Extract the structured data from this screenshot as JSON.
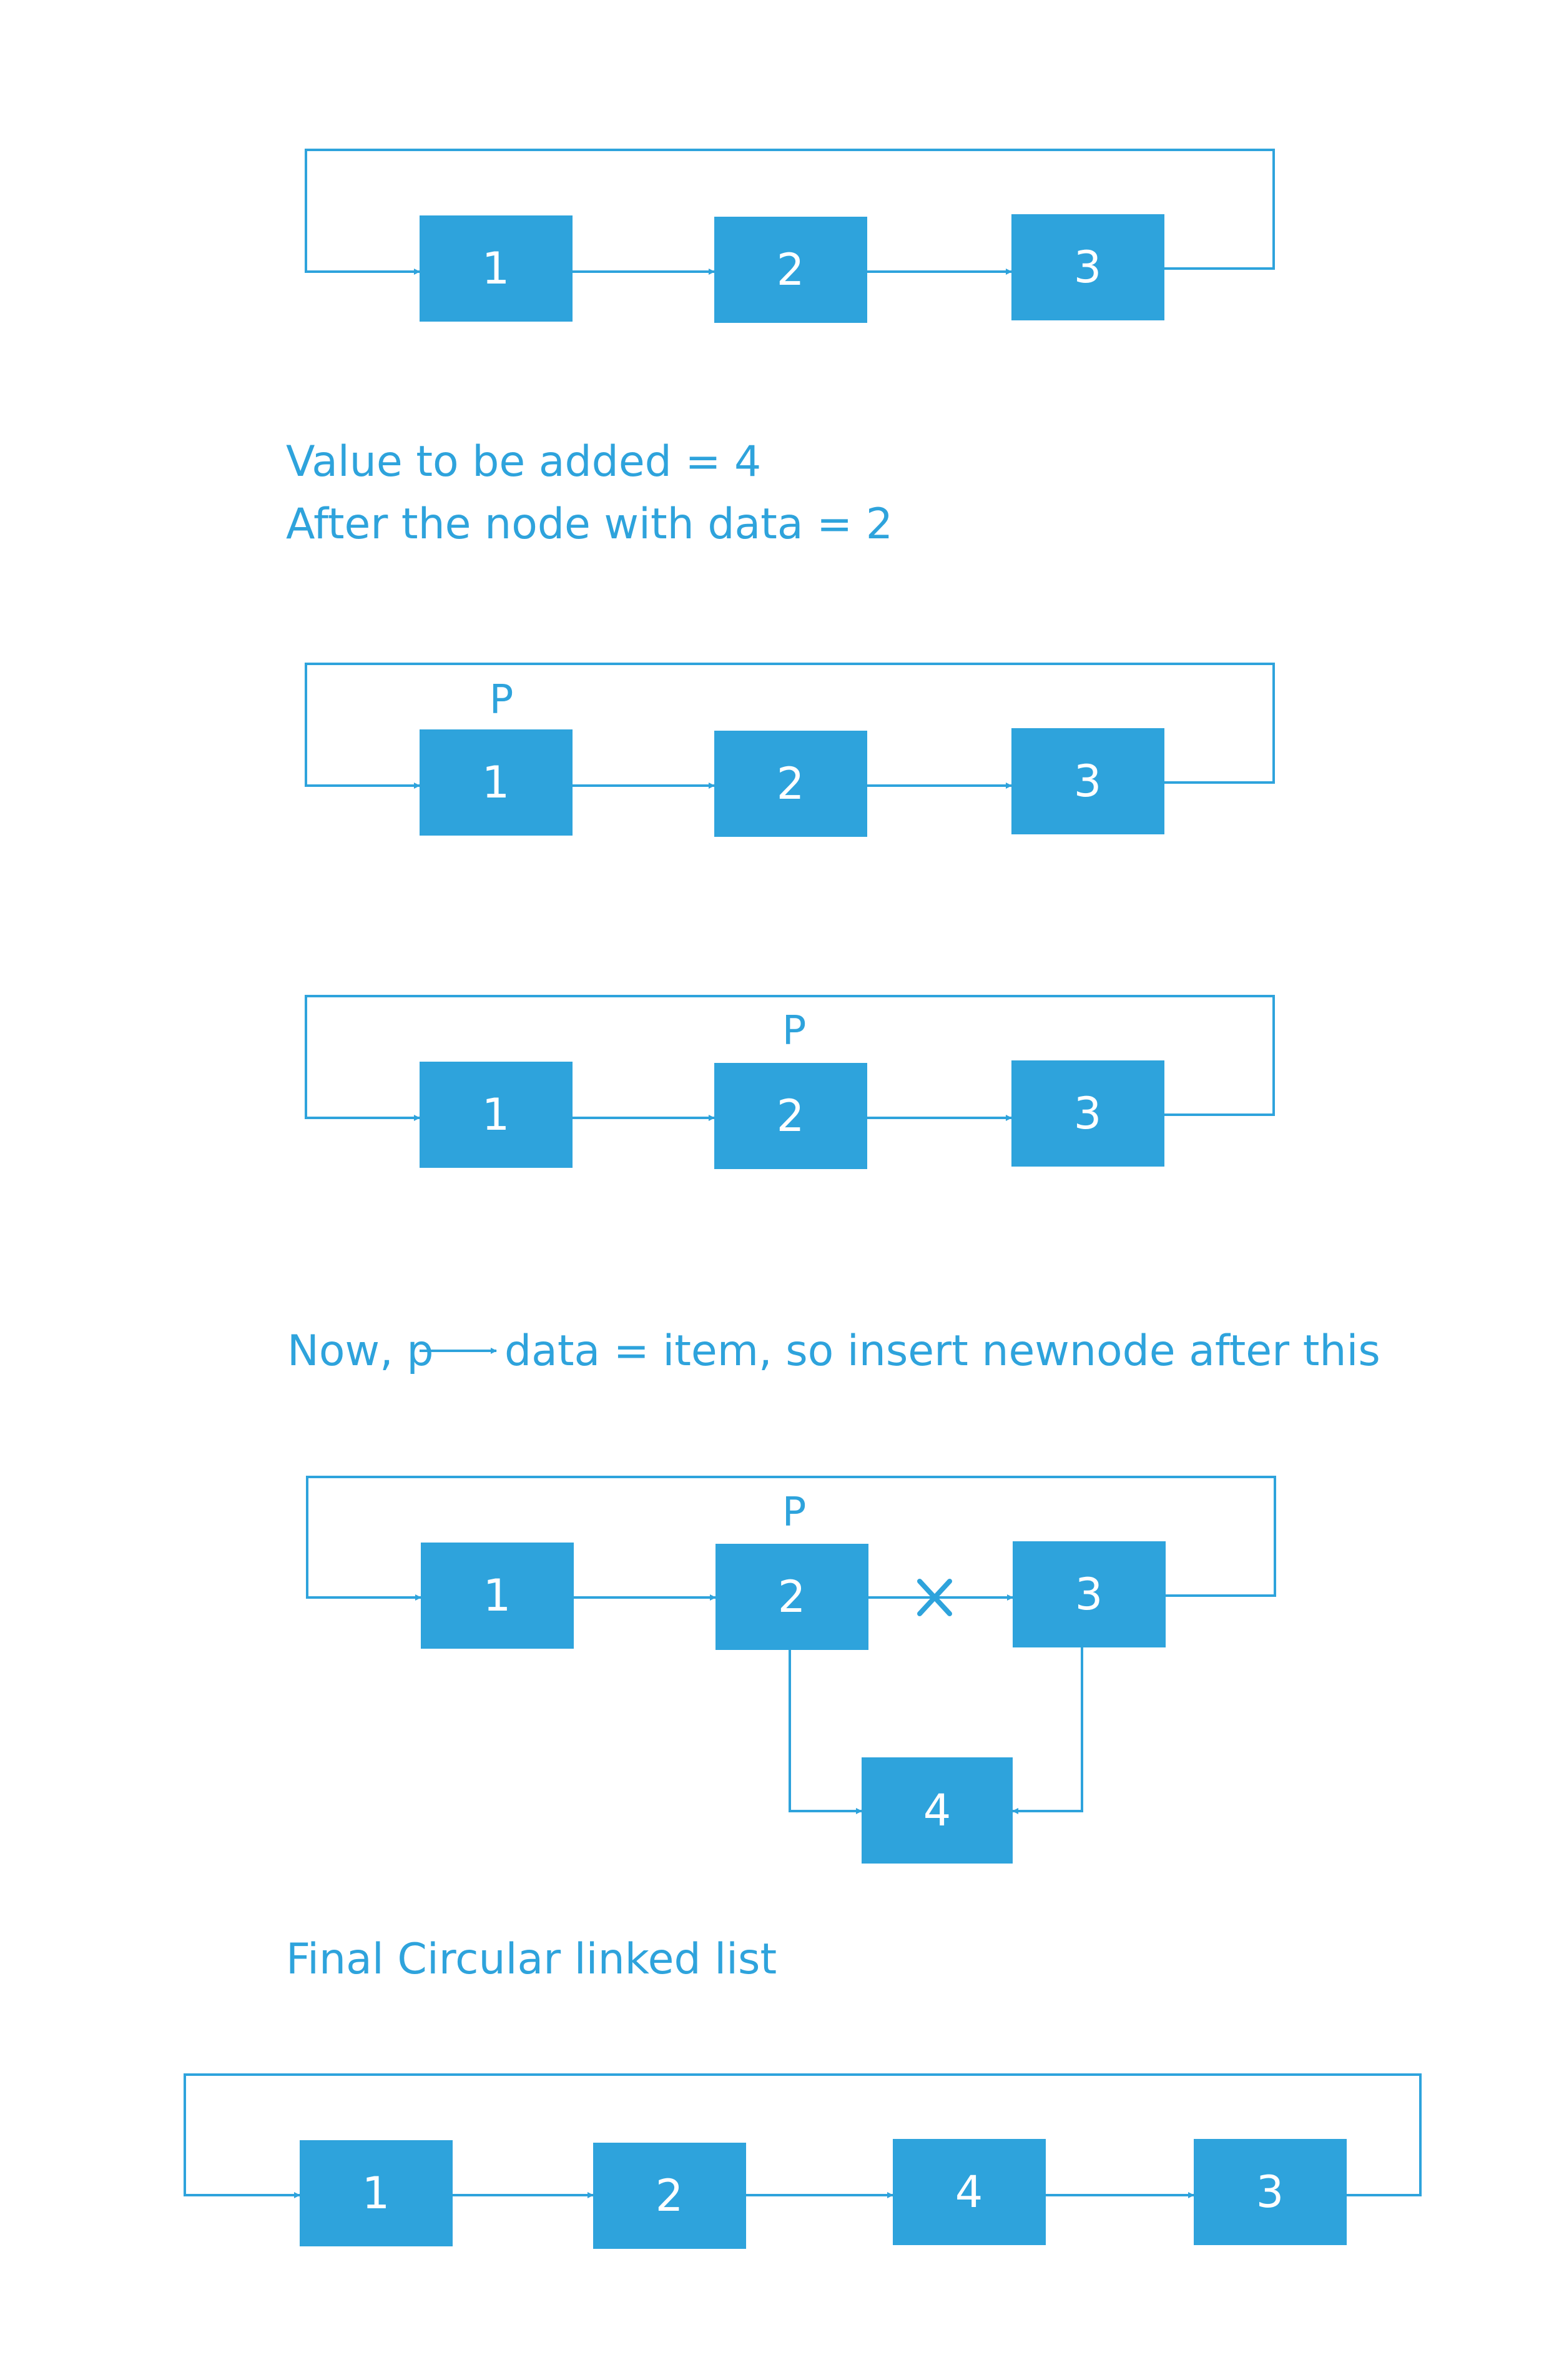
{
  "colors": {
    "accent": "#2ea3dc",
    "background": "#ffffff"
  },
  "captions": {
    "value_line": "Value to be added = 4",
    "after_line": "After the node with data = 2",
    "now_prefix": "Now, p",
    "now_suffix": "data = item, so insert newnode after this",
    "final_title": "Final Circular linked list"
  },
  "pointer_label": "P",
  "diagram1": {
    "nodes": [
      "1",
      "2",
      "3"
    ]
  },
  "diagram2": {
    "nodes": [
      "1",
      "2",
      "3"
    ],
    "pointer_at": 0
  },
  "diagram3": {
    "nodes": [
      "1",
      "2",
      "3"
    ],
    "pointer_at": 1
  },
  "diagram4": {
    "nodes": [
      "1",
      "2",
      "3"
    ],
    "pointer_at": 1,
    "removed_link": "2 → 3",
    "new_node": "4"
  },
  "diagram5": {
    "nodes": [
      "1",
      "2",
      "4",
      "3"
    ]
  }
}
